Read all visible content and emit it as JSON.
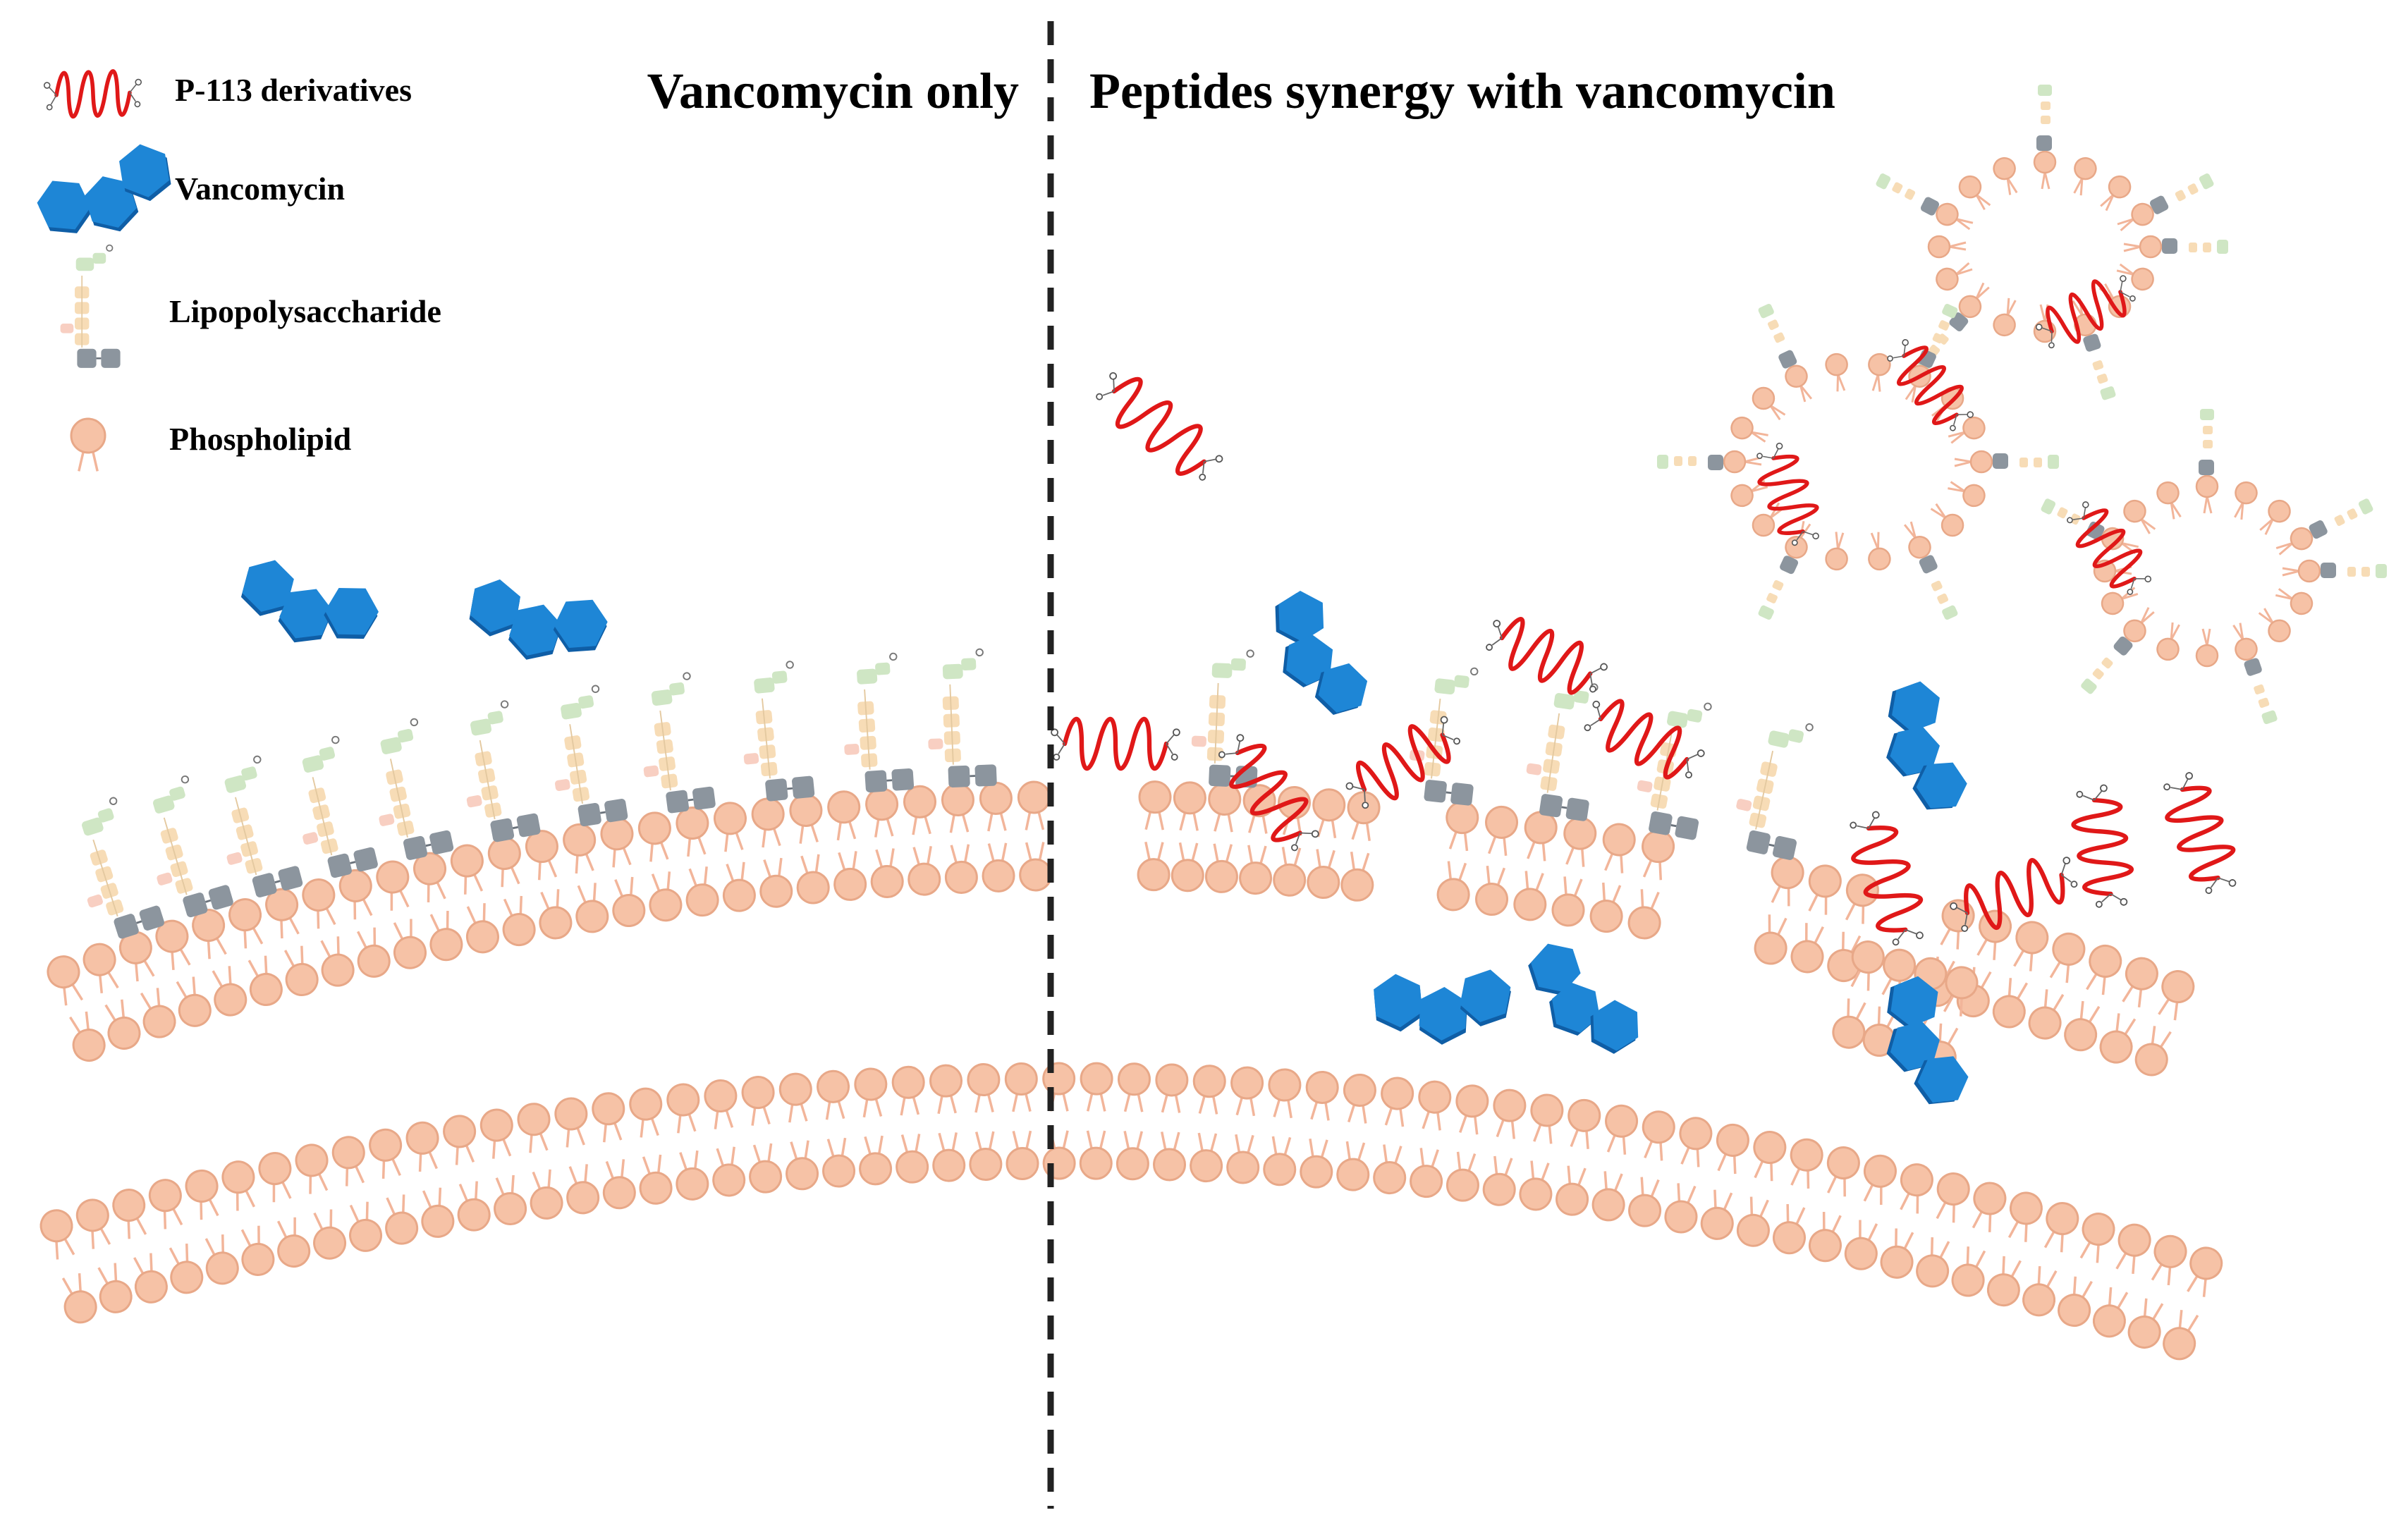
{
  "panels": {
    "left_title": "Vancomycin only",
    "right_title": "Peptides synergy with vancomycin"
  },
  "legend": {
    "peptide": "P-113 derivatives",
    "vancomycin": "Vancomycin",
    "lps": "Lipopolysaccharide",
    "phospholipid": "Phospholipid"
  },
  "colors": {
    "peptide": "#e01818",
    "vancomycin": "#1e86d6",
    "vancomycin_dark": "#0f5ea6",
    "phospholipid_head": "#f6c2a6",
    "phospholipid_edge": "#e8a888",
    "phospholipid_tail": "#f2b59a",
    "lps_core": "#8c959e",
    "lps_chain": "#f7dcb6",
    "lps_head": "#cfe6c4",
    "lps_pink": "#f8cfc2",
    "divider": "#222222"
  }
}
